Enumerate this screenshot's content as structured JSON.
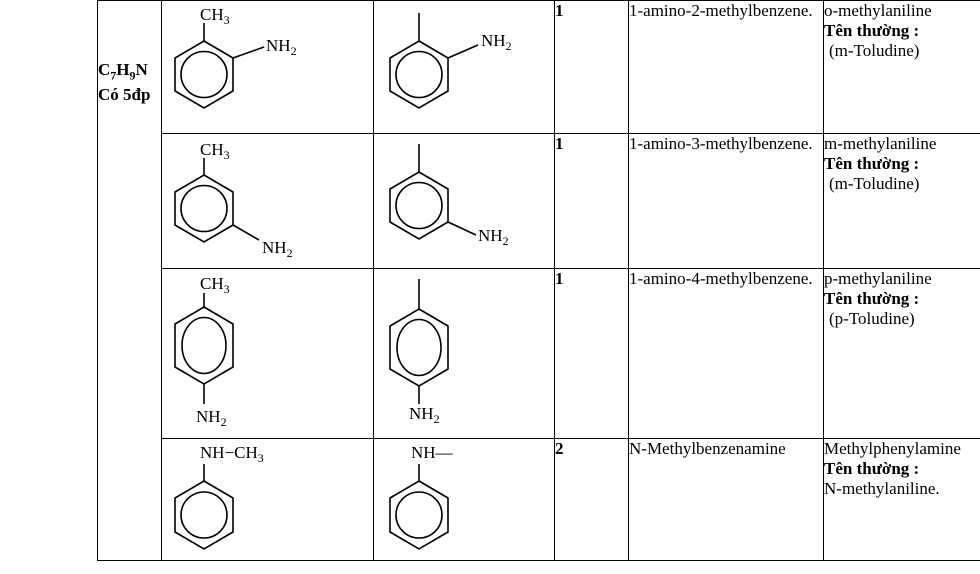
{
  "formula": {
    "line1_parts": [
      "C",
      "7",
      "H",
      "9",
      "N"
    ],
    "line2": "Có 5đp"
  },
  "rows": [
    {
      "labels": {
        "top": "CH3",
        "side": "NH2",
        "skel": "NH2"
      },
      "isomer_count": "1",
      "systematic": "1-amino-2-methylbenzene.",
      "common": "o-methylaniline",
      "trivial_label": "Tên thường :",
      "trivial": "(m-Toludine)"
    },
    {
      "labels": {
        "top": "CH3",
        "side": "NH2",
        "skel": "NH2"
      },
      "isomer_count": "1",
      "systematic": "1-amino-3-methylbenzene.",
      "common": "m-methylaniline",
      "trivial_label": "Tên thường :",
      "trivial": "(m-Toludine)"
    },
    {
      "labels": {
        "top": "CH3",
        "side": "NH2",
        "skel": "NH2"
      },
      "isomer_count": "1",
      "systematic": "1-amino-4-methylbenzene.",
      "common": "p-methylaniline",
      "trivial_label": "Tên thường :",
      "trivial": "(p-Toludine)"
    },
    {
      "labels": {
        "top": "NH−CH3",
        "skel": "NH—"
      },
      "isomer_count": "2",
      "systematic": "N-Methylbenzenamine",
      "common": "Methylphenylamine",
      "trivial_label": "Tên thường :",
      "trivial": "N-methylaniline."
    }
  ]
}
